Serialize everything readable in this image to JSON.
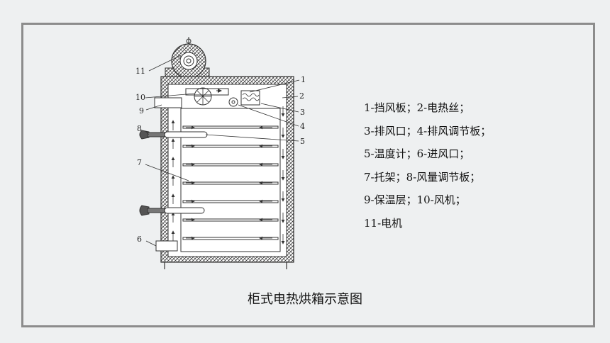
{
  "diagram": {
    "callouts": [
      "1",
      "2",
      "3",
      "4",
      "5",
      "6",
      "7",
      "8",
      "9",
      "10",
      "11"
    ]
  },
  "legend": [
    "1-挡风板；2-电热丝；",
    "3-排风口；4-排风调节板；",
    "5-温度计；6-进风口；",
    "7-托架；8-风量调节板；",
    "9-保温层；10-风机；",
    "11-电机"
  ],
  "caption": "柜式电热烘箱示意图",
  "colors": {
    "frame": "#8c8c8c",
    "background": "#eef0f1",
    "line": "#333333"
  }
}
